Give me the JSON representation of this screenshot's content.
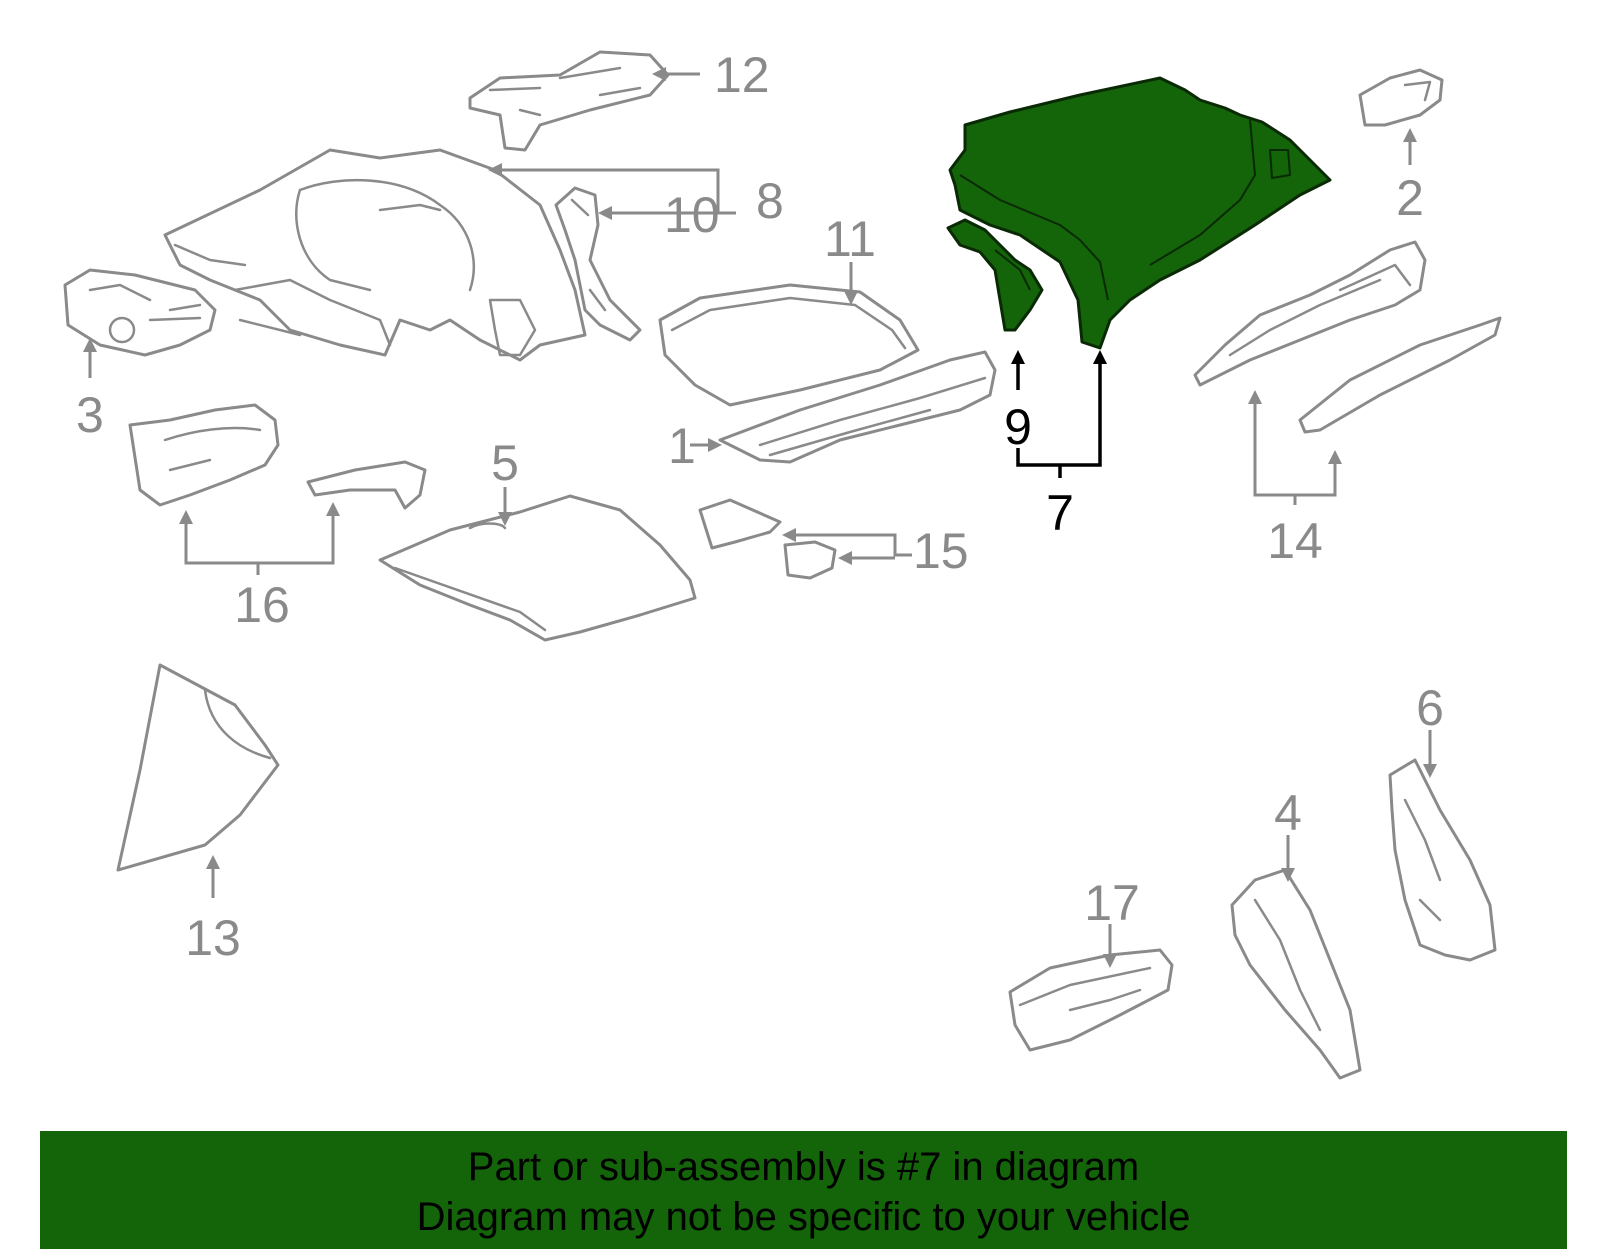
{
  "callouts": {
    "n1": "1",
    "n2": "2",
    "n3": "3",
    "n4": "4",
    "n5": "5",
    "n6": "6",
    "n7": "7",
    "n8": "8",
    "n9": "9",
    "n10": "10",
    "n11": "11",
    "n12": "12",
    "n13": "13",
    "n14": "14",
    "n15": "15",
    "n16": "16",
    "n17": "17"
  },
  "highlighted_part": "7",
  "colors": {
    "highlight": "#14640a",
    "line": "#8a8a8a",
    "banner": "#14640a"
  },
  "banner": {
    "line1": "Part or sub-assembly is #7 in diagram",
    "line2": "Diagram may not be specific to your vehicle"
  }
}
